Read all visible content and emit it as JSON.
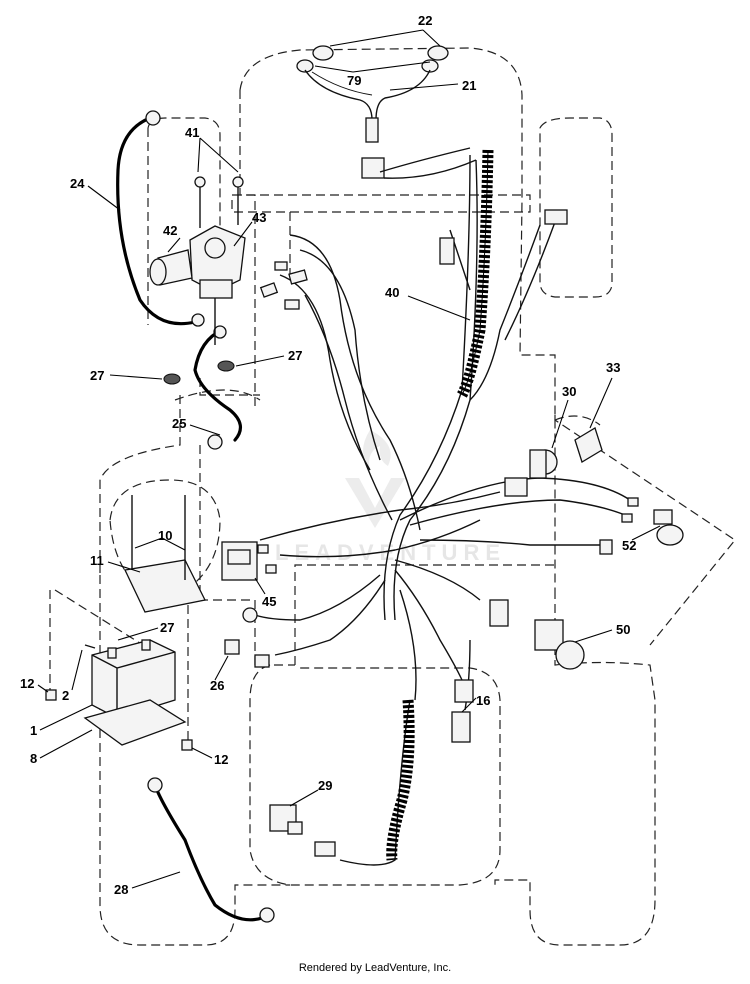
{
  "callouts": {
    "c22": "22",
    "c79": "79",
    "c21": "21",
    "c41": "41",
    "c24": "24",
    "c42": "42",
    "c43": "43",
    "c40": "40",
    "c27a": "27",
    "c27b": "27",
    "c25": "25",
    "c30": "30",
    "c33": "33",
    "c10": "10",
    "c11": "11",
    "c52": "52",
    "c45": "45",
    "c27c": "27",
    "c50": "50",
    "c12a": "12",
    "c2": "2",
    "c26": "26",
    "c16": "16",
    "c1": "1",
    "c8": "8",
    "c12b": "12",
    "c29": "29",
    "c28": "28"
  },
  "watermark": "LEADVENTURE",
  "caption": "Rendered by LeadVenture, Inc."
}
